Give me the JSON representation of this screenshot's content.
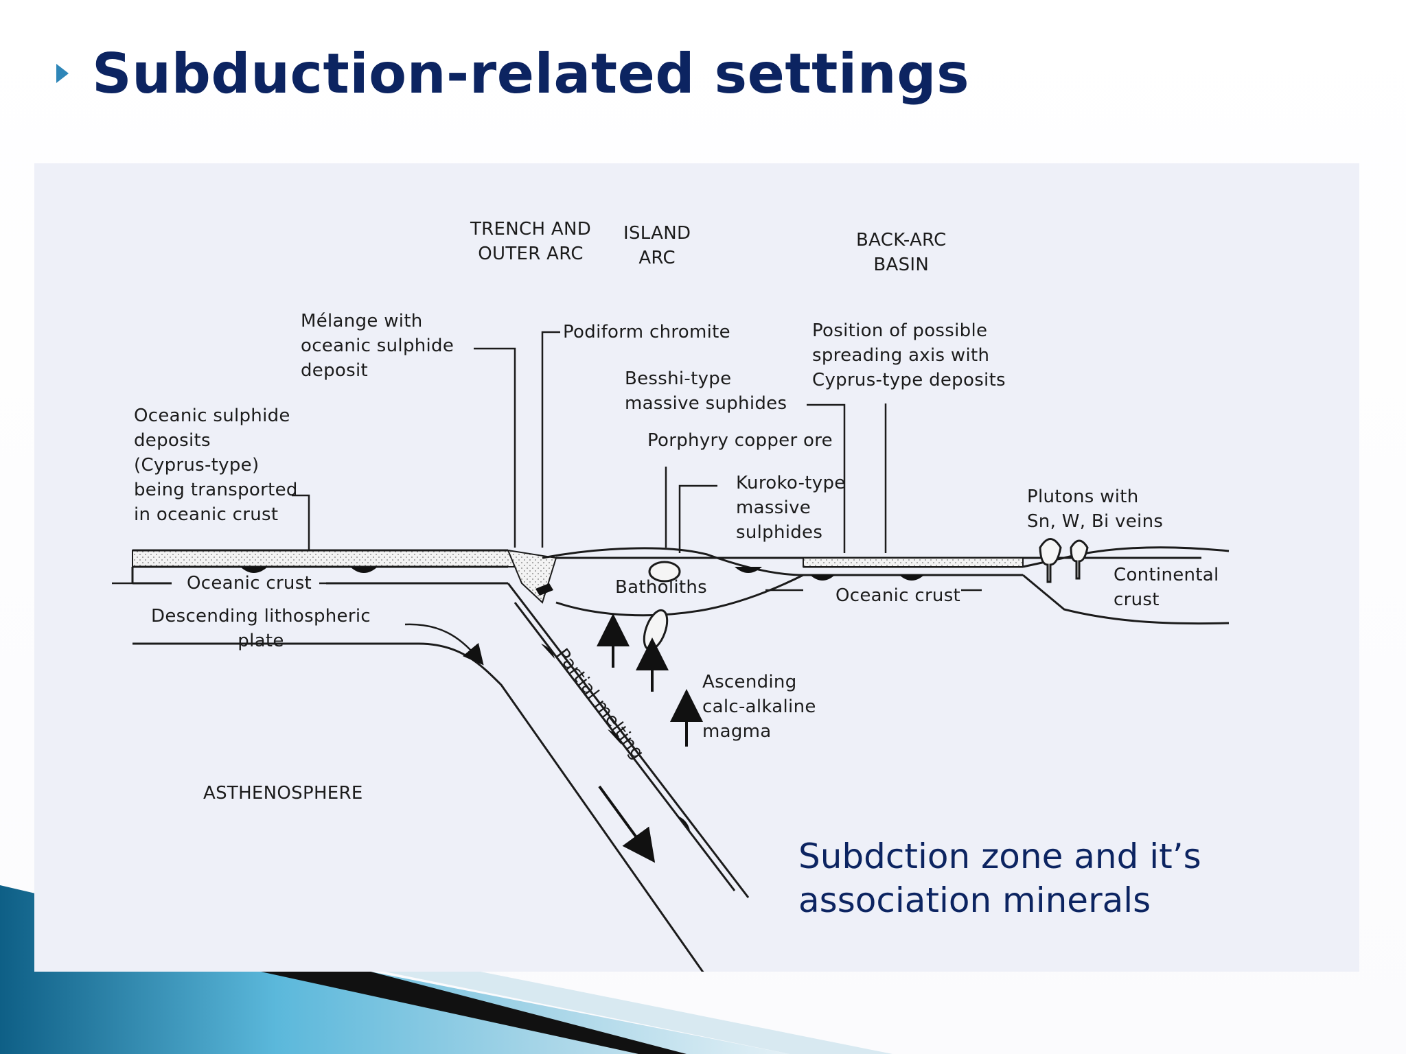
{
  "slide": {
    "title": "Subduction-related settings"
  },
  "diagram": {
    "top_labels": {
      "trench": "TRENCH AND\nOUTER ARC",
      "island_arc": "ISLAND\nARC",
      "back_arc": "BACK-ARC\nBASIN"
    },
    "labels": {
      "melange": "Mélange with\noceanic sulphide\ndeposit",
      "podiform": "Podiform chromite",
      "position_spreading": "Position of possible\nspreading axis with\nCyprus-type deposits",
      "besshi": "Besshi-type\nmassive suphides",
      "oceanic_sulphide": "Oceanic sulphide\ndeposits\n(Cyprus-type)\nbeing transported\nin oceanic crust",
      "porphyry": "Porphyry copper ore",
      "kuroko": "Kuroko-type\nmassive\nsulphides",
      "plutons": "Plutons with\nSn, W, Bi veins",
      "oceanic_crust_left": "Oceanic crust",
      "batholiths": "Batholiths",
      "oceanic_crust_right": "Oceanic crust",
      "continental_crust": "Continental\ncrust",
      "descending_plate": "Descending lithospheric\nplate",
      "partial_melting": "Partial melting",
      "ascending_magma": "Ascending\ncalc-alkaline\nmagma",
      "asthenosphere": "ASTHENOSPHERE"
    },
    "caption": "Subdction zone and it’s\nassociation minerals"
  },
  "colors": {
    "title": "#0c2461",
    "bullet": "#2e86b8",
    "caption": "#0c2461",
    "figure_bg": "#eef0f8",
    "ink": "#1b1b1b"
  }
}
